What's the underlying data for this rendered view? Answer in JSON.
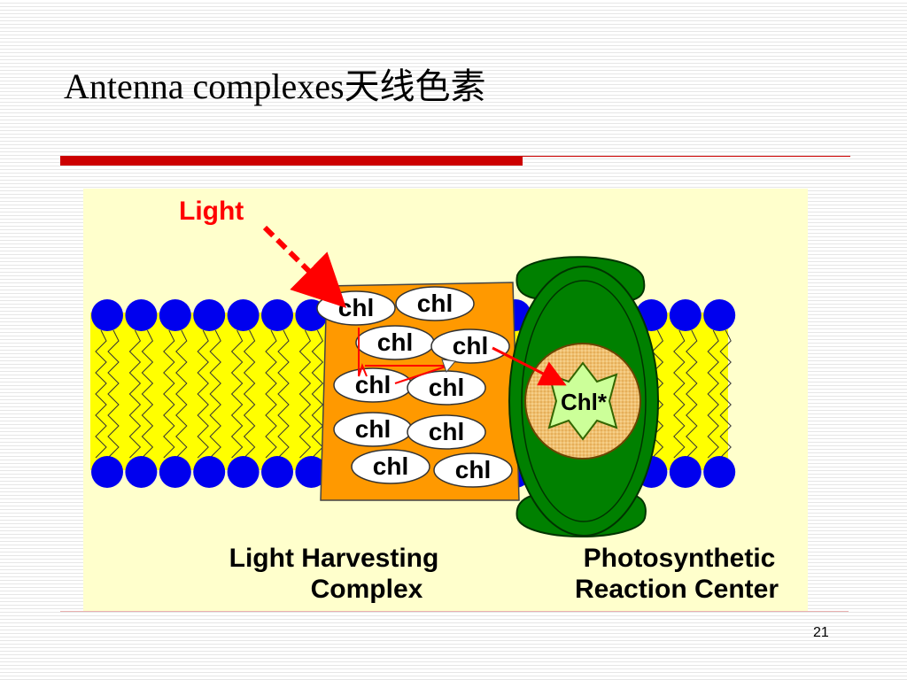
{
  "slide": {
    "title": "Antenna complexes天线色素",
    "page_number": "21"
  },
  "diagram": {
    "light_label": "Light",
    "chl_label": "chl",
    "excited_label": "Chl*",
    "lhc_label_line1": "Light Harvesting",
    "lhc_label_line2": "Complex",
    "rc_label_line1": "Photosynthetic",
    "rc_label_line2": "Reaction Center"
  },
  "colors": {
    "accent_red": "#cc0000",
    "panel_bg": "#ffffcc",
    "membrane_yellow": "#ffff00",
    "lipid_head_blue": "#0000ee",
    "lhc_orange": "#ff9900",
    "rc_green": "#008000",
    "rc_core_tan": "#f0c070",
    "chl_star_green": "#ccff99"
  }
}
